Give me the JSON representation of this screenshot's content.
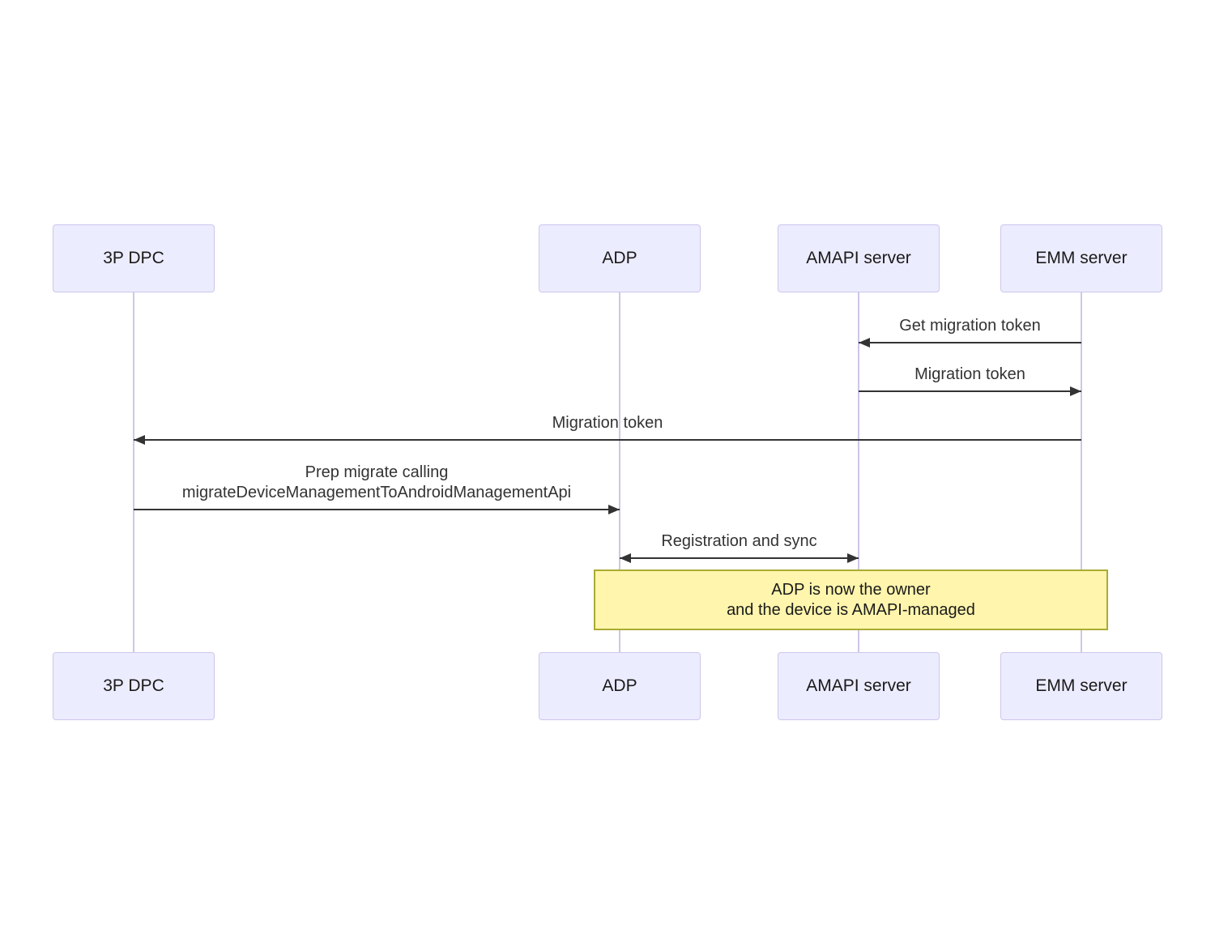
{
  "diagram": {
    "kind": "sequence-diagram",
    "actors": [
      {
        "label": "3P DPC"
      },
      {
        "label": "ADP"
      },
      {
        "label": "AMAPI server"
      },
      {
        "label": "EMM server"
      }
    ],
    "messages": [
      {
        "label": "Get migration token",
        "from": "EMM server",
        "to": "AMAPI server",
        "arrow": "left"
      },
      {
        "label": "Migration token",
        "from": "AMAPI server",
        "to": "EMM server",
        "arrow": "right"
      },
      {
        "label": "Migration token",
        "from": "EMM server",
        "to": "3P DPC",
        "arrow": "left"
      },
      {
        "label_line1": "Prep migrate calling",
        "label_line2": "migrateDeviceManagementToAndroidManagementApi",
        "from": "3P DPC",
        "to": "ADP",
        "arrow": "right"
      },
      {
        "label": "Registration and sync",
        "from": "ADP",
        "to": "AMAPI server",
        "arrow": "both"
      }
    ],
    "note": {
      "line1": "ADP is now the owner",
      "line2": "and the device is AMAPI-managed",
      "over": "ADP, EMM server"
    },
    "colors": {
      "actor_fill": "#ECECFF",
      "actor_border": "#CDC6EC",
      "lifeline": "#CFC6E8",
      "arrow": "#333333",
      "label_text": "#333333",
      "note_fill": "#FFF5AD",
      "note_border": "#AAAA33"
    }
  }
}
